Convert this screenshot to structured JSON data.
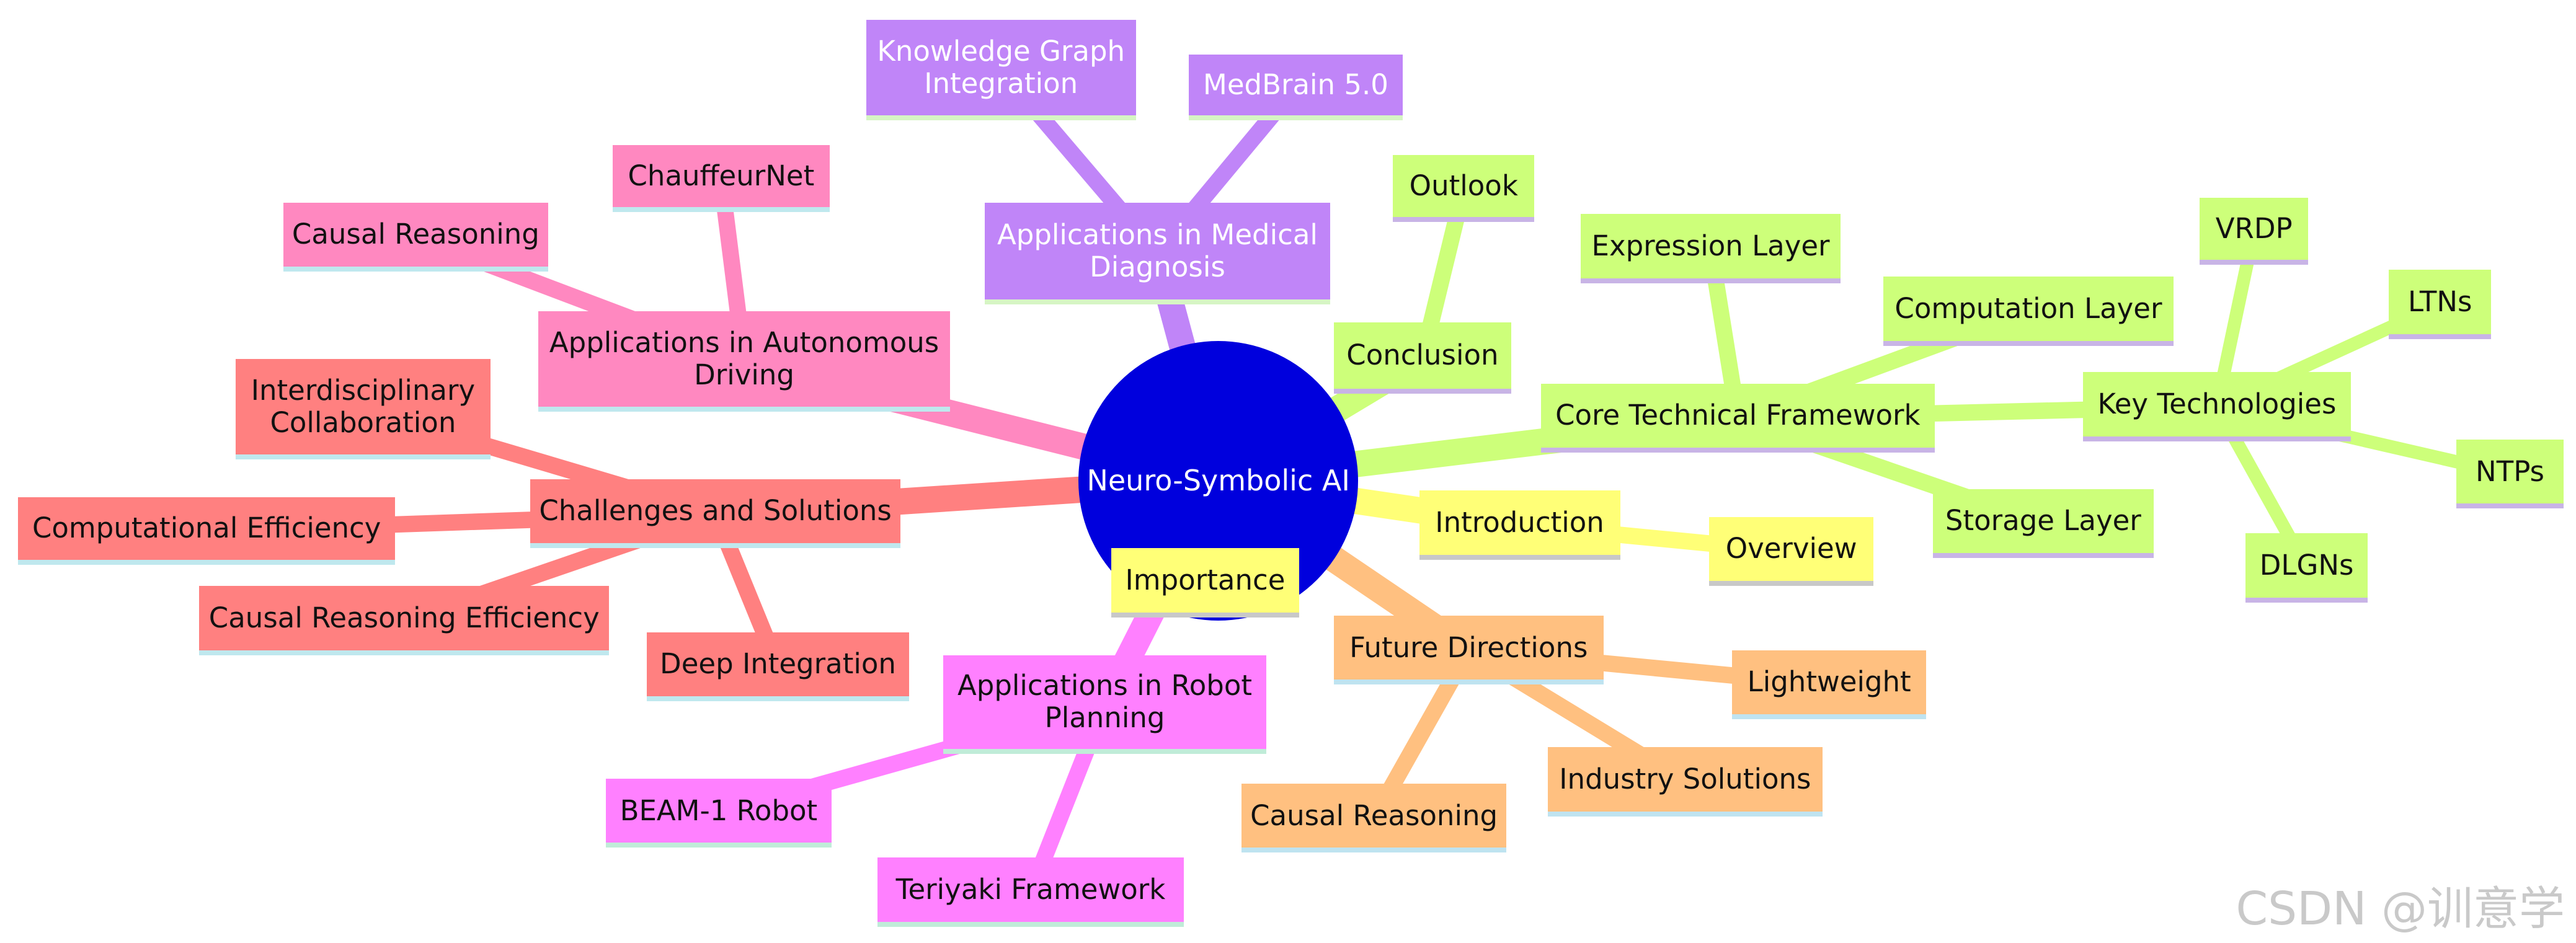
{
  "root": {
    "label": "Neuro-Symbolic AI",
    "color": "#0000dd"
  },
  "watermark": "CSDN @训意学",
  "branches": [
    {
      "label": "Applications in Medical Diagnosis",
      "color": "#c085f8",
      "children": [
        "Knowledge Graph Integration",
        "MedBrain 5.0"
      ]
    },
    {
      "label": "Conclusion",
      "color": "#cdff7a",
      "children": [
        "Outlook"
      ]
    },
    {
      "label": "Core Technical Framework",
      "color": "#cdff7a",
      "children": [
        "Expression Layer",
        "Computation Layer",
        "Storage Layer",
        "Key Technologies"
      ],
      "grandchildren": {
        "Key Technologies": [
          "VRDP",
          "LTNs",
          "NTPs",
          "DLGNs"
        ]
      }
    },
    {
      "label": "Introduction",
      "color": "#ffff77",
      "children": [
        "Overview",
        "Importance"
      ]
    },
    {
      "label": "Future Directions",
      "color": "#ffc080",
      "children": [
        "Lightweight",
        "Industry Solutions",
        "Causal Reasoning"
      ]
    },
    {
      "label": "Applications in Robot Planning",
      "color": "#ff80ff",
      "children": [
        "BEAM-1 Robot",
        "Teriyaki Framework"
      ]
    },
    {
      "label": "Challenges and Solutions",
      "color": "#ff8080",
      "children": [
        "Interdisciplinary Collaboration",
        "Computational Efficiency",
        "Causal Reasoning Efficiency",
        "Deep Integration"
      ]
    },
    {
      "label": "Applications in Autonomous Driving",
      "color": "#ff88c0",
      "children": [
        "ChauffeurNet",
        "Causal Reasoning"
      ]
    }
  ]
}
